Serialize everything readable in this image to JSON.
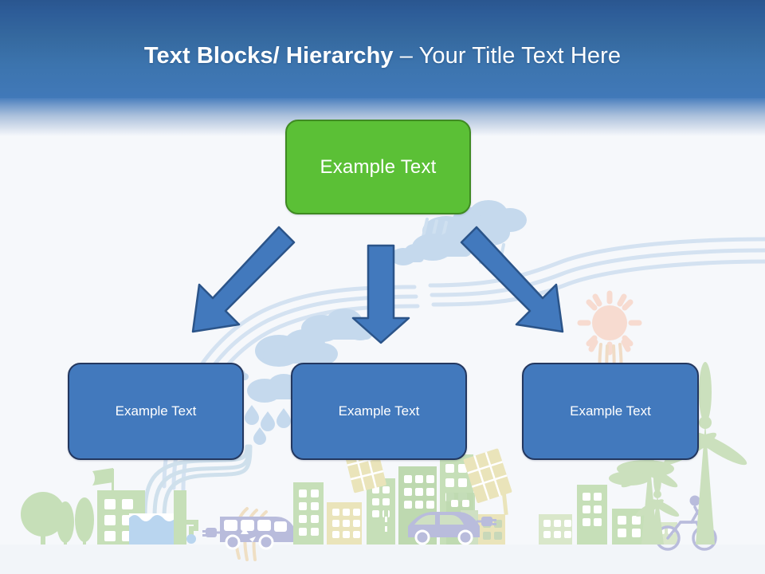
{
  "slide": {
    "title_bold": "Text Blocks/ Hierarchy",
    "title_separator": " – ",
    "title_light": "Your Title Text Here",
    "background_color": "#f6f8fb",
    "header_color_top": "#2a568f",
    "header_color_bottom": "#4179b9",
    "title_color": "#ffffff"
  },
  "diagram": {
    "type": "hierarchy",
    "root": {
      "id": "box-top",
      "label": "Example  Text",
      "fill": "#5bc036",
      "border": "#3f8a22",
      "text_color": "#ffffff"
    },
    "children": [
      {
        "id": "box-left",
        "label": "Example Text",
        "fill": "#4279bd",
        "border": "#23375f",
        "text_color": "#ffffff"
      },
      {
        "id": "box-middle",
        "label": "Example Text",
        "fill": "#4279bd",
        "border": "#23375f",
        "text_color": "#ffffff"
      },
      {
        "id": "box-right",
        "label": "Example Text",
        "fill": "#4279bd",
        "border": "#23375f",
        "text_color": "#ffffff"
      }
    ],
    "connectors": [
      {
        "id": "arrow-left",
        "direction": "down-left",
        "fill": "#4279bd",
        "border": "#2a5288"
      },
      {
        "id": "arrow-center",
        "direction": "down",
        "fill": "#4279bd",
        "border": "#2a5288"
      },
      {
        "id": "arrow-right",
        "direction": "down-right",
        "fill": "#4279bd",
        "border": "#2a5288"
      }
    ]
  },
  "background_art": {
    "description": "faded eco city illustration",
    "colors": {
      "cloud": "#c3d8ed",
      "raindrop": "#c3d8ed",
      "wind_swirl": "#d3e1f0",
      "sun": "#f6d9cf",
      "building_green": "#c9dfbe",
      "building_green_dark": "#bad6ae",
      "building_yellow": "#e9e3b9",
      "tree": "#c4ddb6",
      "vehicle": "#b9bcdc",
      "water": "#b8d3ee",
      "turbine": "#cce0c0",
      "ground": "#eef2f7"
    },
    "elements": [
      "trees",
      "water-treatment-plant",
      "flag",
      "water-basin",
      "faucet",
      "recycling-bus",
      "electric-plug",
      "city-buildings",
      "solar-panels",
      "electric-car",
      "cyclist",
      "wind-turbines",
      "rain-clouds",
      "sun",
      "wind-swirls"
    ]
  }
}
